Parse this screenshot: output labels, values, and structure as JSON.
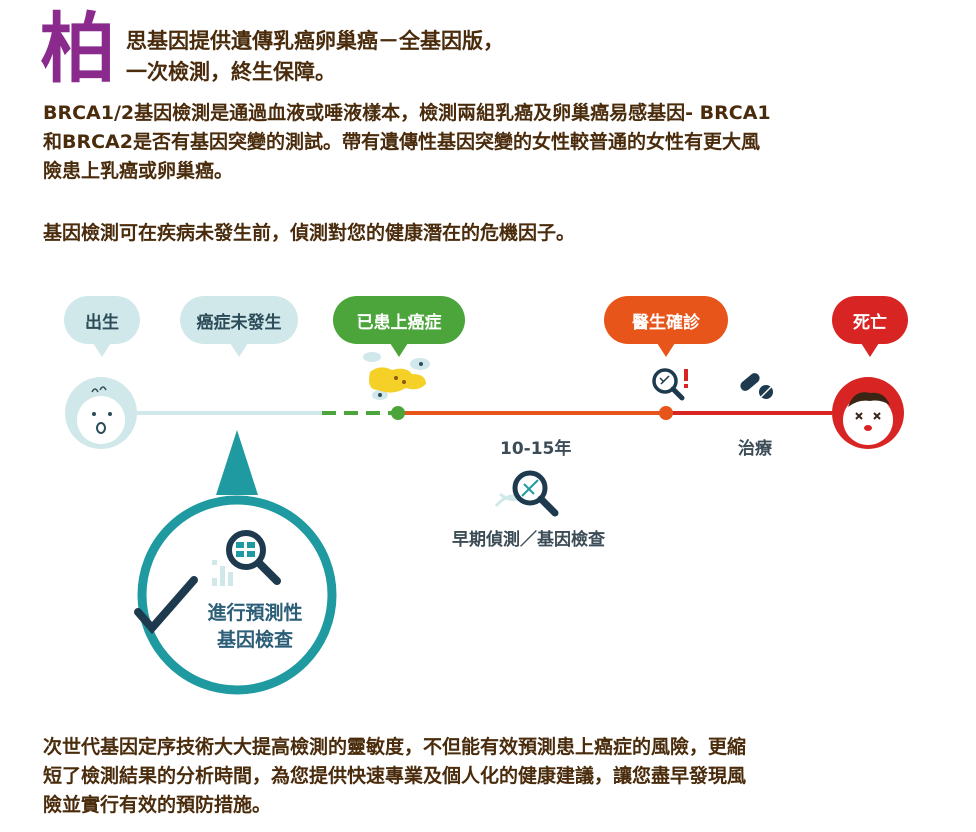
{
  "header": {
    "big_char": "柏",
    "line1": "思基因提供遺傳乳癌卵巢癌－全基因版，",
    "line2": "一次檢測，終生保障。"
  },
  "intro": {
    "p1_line1": "BRCA1/2基因檢測是通過血液或唾液樣本，檢測兩組乳癌及卵巢癌易感基因- BRCA1",
    "p1_line2": "和BRCA2是否有基因突變的測試。帶有遺傳性基因突變的女性較普通的女性有更大風",
    "p1_line3": "險患上乳癌或卵巢癌。",
    "p2": "基因檢測可在疾病未發生前，偵測對您的健康潛在的危機因子。"
  },
  "timeline": {
    "stages": [
      {
        "label": "出生"
      },
      {
        "label": "癌症未發生"
      },
      {
        "label": "已患上癌症"
      },
      {
        "label": "醫生確診"
      },
      {
        "label": "死亡"
      }
    ],
    "period_label": "10-15年",
    "treatment_label": "治療",
    "early_detection_label": "早期偵測／基因檢查",
    "predictive_test_line1": "進行預測性",
    "predictive_test_line2": "基因檢查",
    "colors": {
      "light": "#d1e8ea",
      "green": "#4ba53a",
      "orange": "#e8551a",
      "red": "#d92424",
      "teal": "#1f9aa0",
      "navy": "#1e3a4e"
    }
  },
  "footer": {
    "line1": "次世代基因定序技術大大提高檢測的靈敏度，不但能有效預測患上癌症的風險，更縮",
    "line2": "短了檢測結果的分析時間，為您提供快速專業及個人化的健康建議，讓您盡早發現風",
    "line3": "險並實行有效的預防措施。"
  }
}
